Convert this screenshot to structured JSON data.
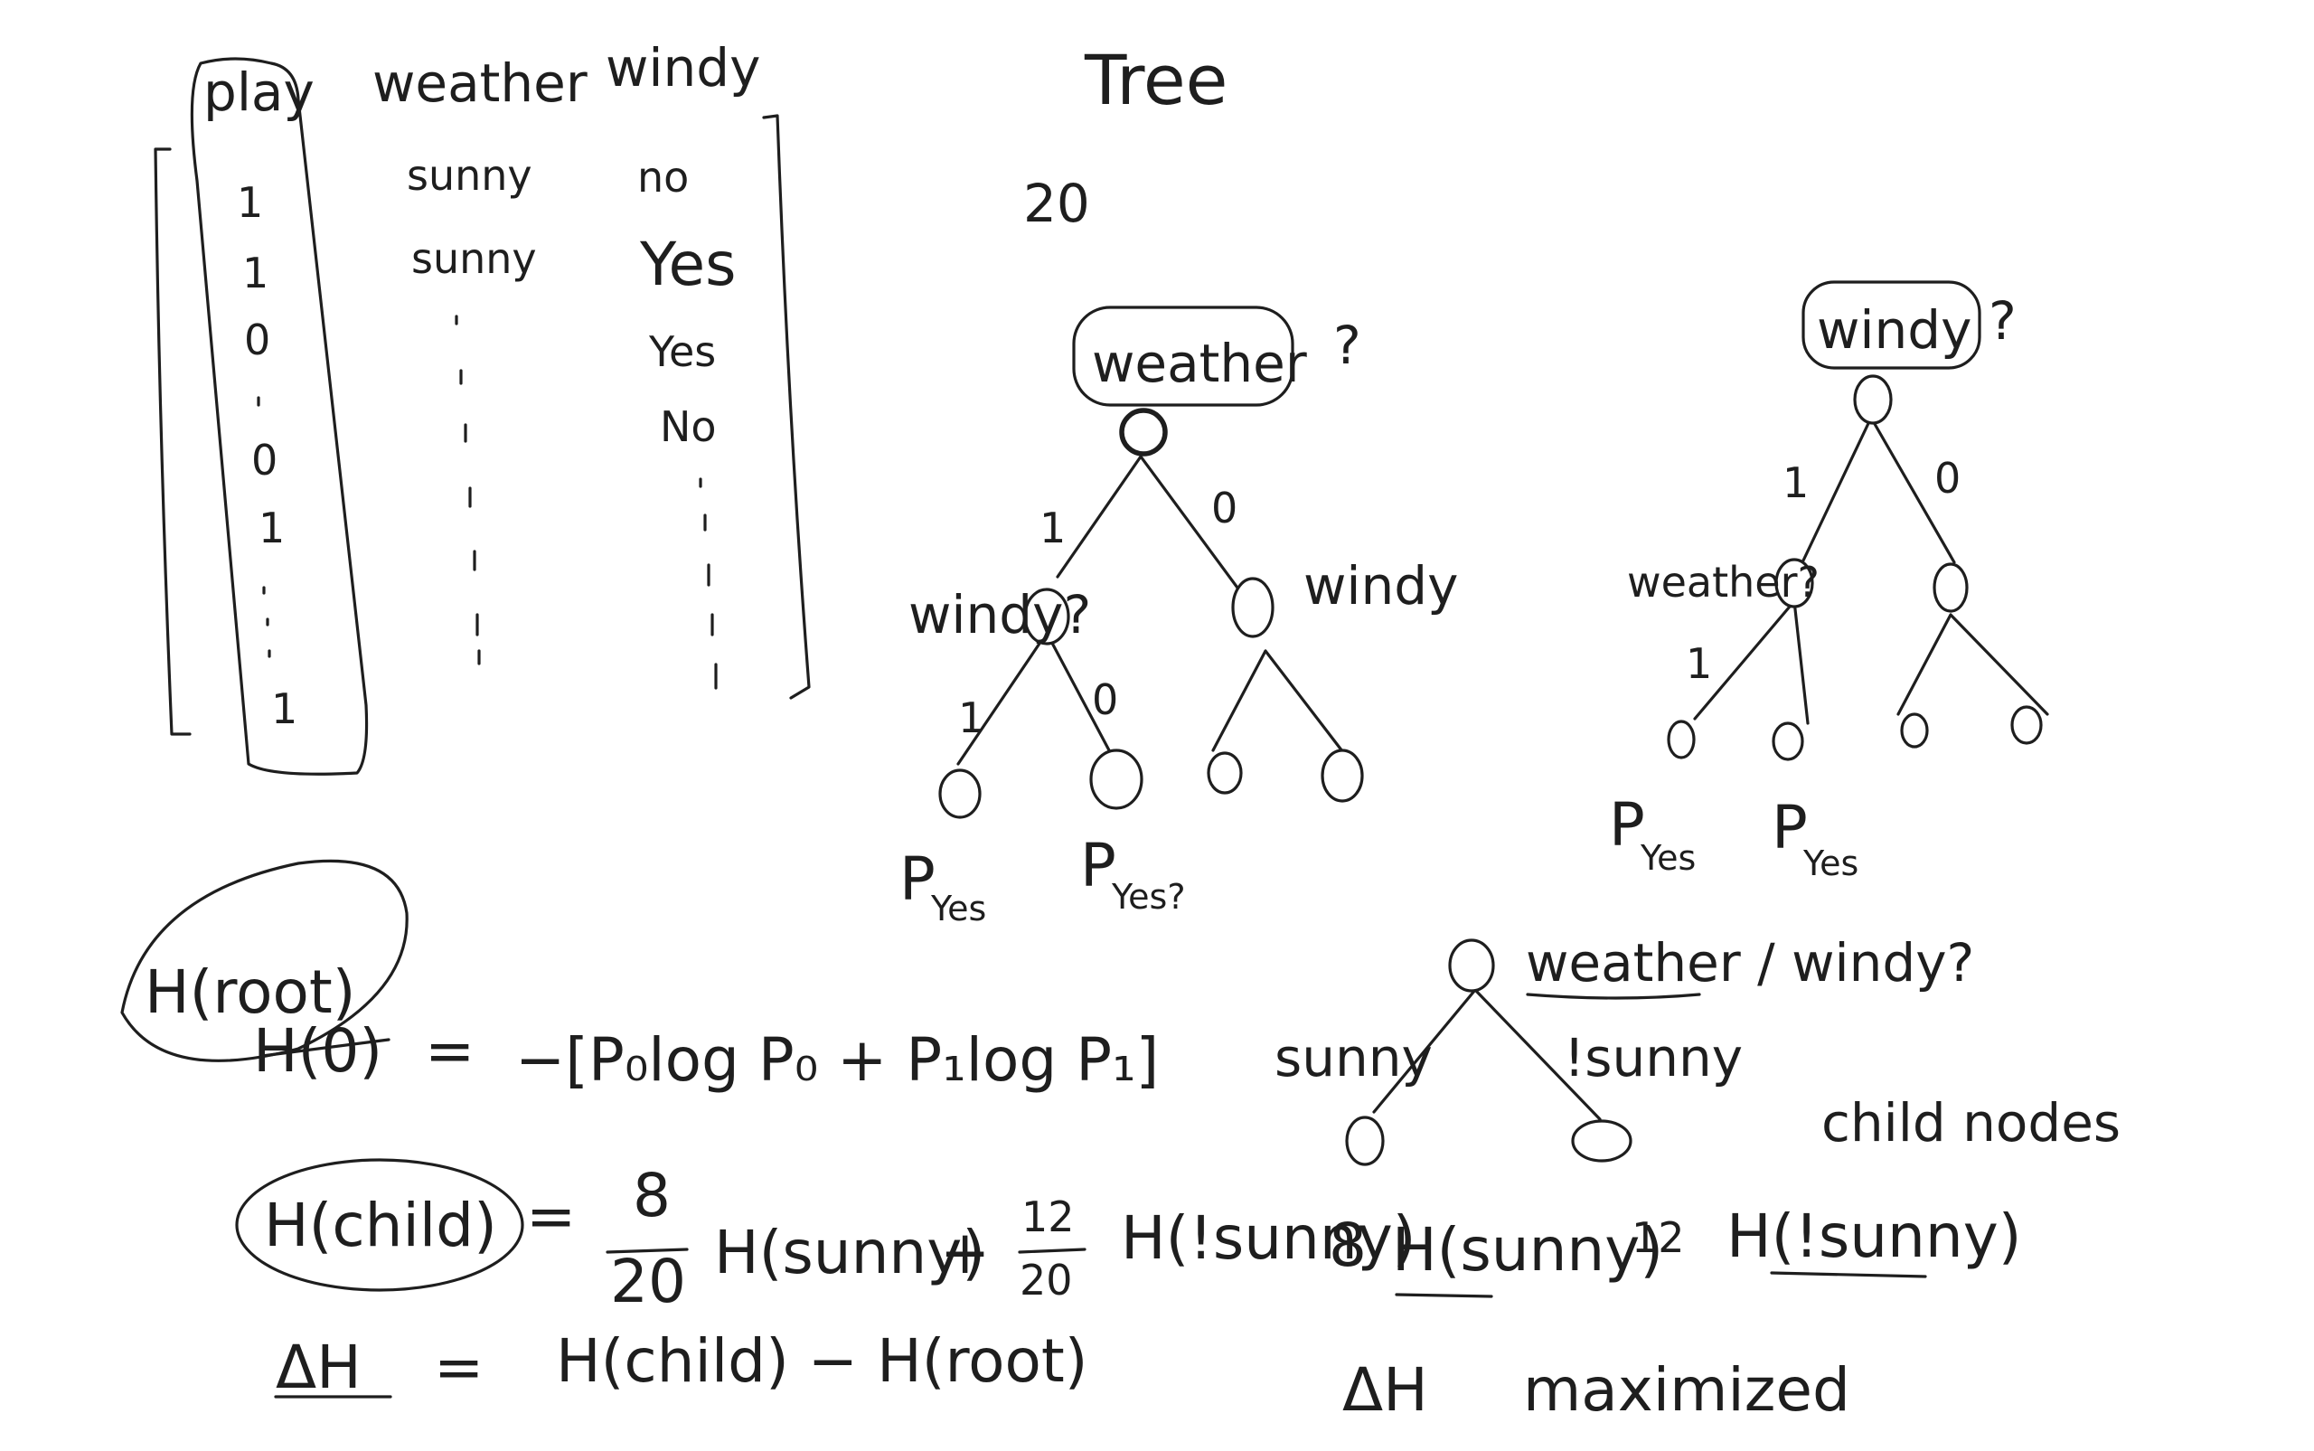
{
  "title": "Tree",
  "sample_count": "20",
  "table": {
    "headers": [
      "play",
      "weather",
      "windy"
    ],
    "play_col": [
      "1",
      "1",
      "0",
      "0",
      "1",
      "1"
    ],
    "weather_col": [
      "sunny",
      "sunny"
    ],
    "windy_col": [
      "no",
      "Yes",
      "Yes",
      "No"
    ]
  },
  "tree_weather": {
    "root_label": "weather",
    "root_q": "?",
    "left_branch": "1",
    "right_branch": "0",
    "left_label": "windy?",
    "right_label": "windy",
    "sub_left": "1",
    "sub_right": "0",
    "leaf_labels": [
      "P",
      "Yes",
      "P",
      "Yes?"
    ]
  },
  "tree_windy": {
    "root_label": "windy",
    "root_q": "?",
    "left_branch": "1",
    "right_branch": "0",
    "left_label": "weather?",
    "sub_left": "1",
    "leaf_labels": [
      "P",
      "Yes",
      "P",
      "Yes"
    ]
  },
  "split_tree": {
    "root_label": "weather / windy?",
    "left_label": "sunny",
    "right_label": "!sunny",
    "caption": "child nodes"
  },
  "formulas": {
    "h_root_circled": "H(root)",
    "h_zero": "H(0)",
    "equals": "=",
    "entropy": "−[P₀log P₀ + P₁log P₁]",
    "h_child_circled": "H(child)",
    "equals2": "=",
    "frac1_num": "8",
    "frac1_den": "20",
    "term1": "H(sunny)",
    "plus": "+",
    "frac2_num": "12",
    "frac2_den": "20",
    "term2": "H(!sunny)",
    "aside_num1": "8",
    "aside_term1": "H(sunny)",
    "aside_num2": "12",
    "aside_term2": "H(!sunny)",
    "delta_h": "ΔH",
    "equals3": "=",
    "delta_def": "H(child) − H(root)",
    "delta_h2": "ΔH",
    "maximized": "maximized"
  }
}
